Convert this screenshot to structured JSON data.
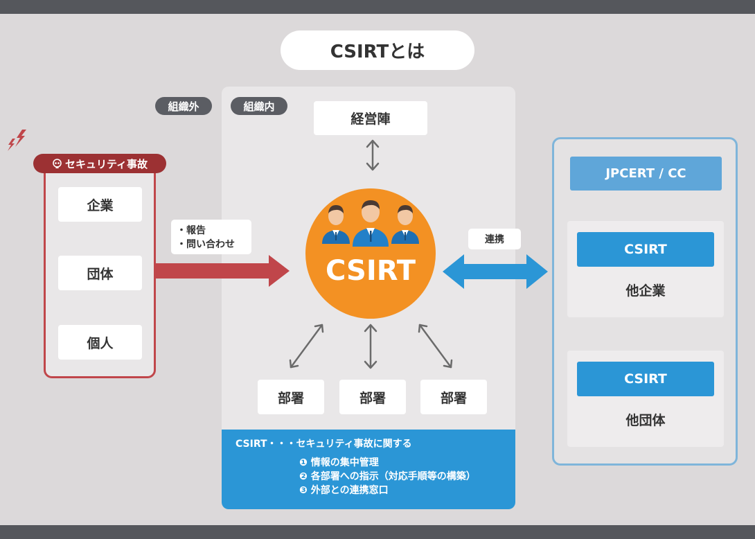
{
  "title": "CSIRTとは",
  "tags": {
    "outside": "組織外",
    "inside": "組織内"
  },
  "incident": {
    "label": "セキュリティ事故"
  },
  "sources": [
    "企業",
    "団体",
    "個人"
  ],
  "report_bubble": {
    "line1": "・報告",
    "line2": "・問い合わせ"
  },
  "management": "経営陣",
  "center": {
    "label": "CSIRT"
  },
  "departments": [
    "部署",
    "部署",
    "部署"
  ],
  "cooperation_bubble": "連携",
  "external": {
    "jpcert": "JPCERT / CC",
    "cards": [
      {
        "badge": "CSIRT",
        "label": "他企業"
      },
      {
        "badge": "CSIRT",
        "label": "他団体"
      }
    ]
  },
  "note": {
    "heading": "CSIRT・・・セキュリティ事故に関する",
    "items": [
      "❶ 情報の集中管理",
      "❷ 各部署への指示（対応手順等の構築）",
      "❸ 外部との連携窓口"
    ]
  },
  "colors": {
    "accent_red": "#c0464a",
    "accent_orange": "#f39123",
    "accent_blue": "#2b96d6",
    "dark_gray": "#55575c"
  }
}
